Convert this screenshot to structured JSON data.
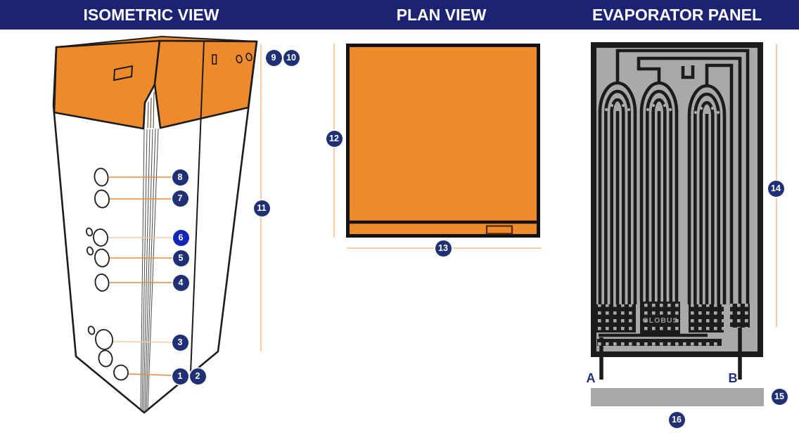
{
  "header": {
    "titles": [
      "ISOMETRIC VIEW",
      "PLAN VIEW",
      "EVAPORATOR PANEL"
    ]
  },
  "callouts": [
    {
      "n": "1"
    },
    {
      "n": "2"
    },
    {
      "n": "3"
    },
    {
      "n": "4"
    },
    {
      "n": "5"
    },
    {
      "n": "6"
    },
    {
      "n": "7"
    },
    {
      "n": "8"
    },
    {
      "n": "9"
    },
    {
      "n": "10"
    },
    {
      "n": "11"
    },
    {
      "n": "12"
    },
    {
      "n": "13"
    },
    {
      "n": "14"
    },
    {
      "n": "15"
    },
    {
      "n": "16"
    }
  ],
  "evaporator": {
    "brand": "GLOBUS",
    "port_a": "A",
    "port_b": "B"
  },
  "colors": {
    "header_bg": "#1b2372",
    "badge_navy": "#1f3077",
    "badge_highlight": "#1226b8",
    "accent_orange": "#ee8a2c",
    "leader_line_orange": "#ea8a3f",
    "leader_line_light": "#f6cba6",
    "dimension_line": "#f6c6a0",
    "panel_gray": "#a9a9a9",
    "outline_black": "#1c1c1c"
  }
}
